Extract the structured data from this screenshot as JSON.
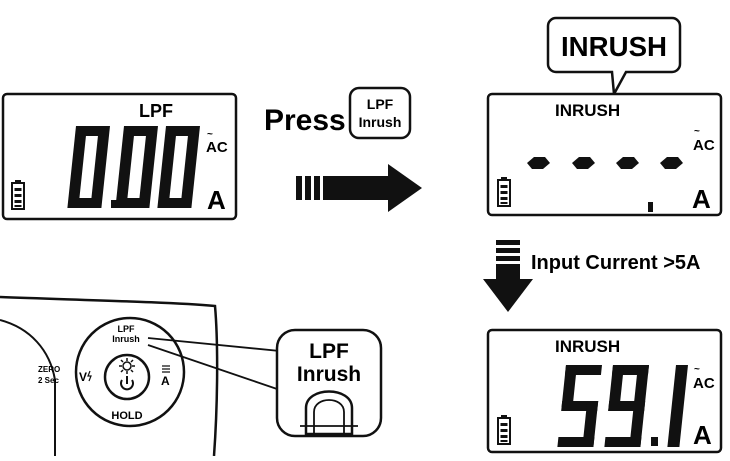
{
  "colors": {
    "ink": "#111111",
    "paper": "#ffffff"
  },
  "panel_before": {
    "mode_label": "LPF",
    "reading": "0.00",
    "ac_symbol": "AC",
    "ac_tilde": "~",
    "unit": "A",
    "icons": [
      "battery-icon"
    ]
  },
  "step_press": {
    "word": "Press",
    "key_line1": "LPF",
    "key_line2": "Inrush",
    "arrow_icon": "right-arrow-icon"
  },
  "panel_inrush": {
    "callout": "INRUSH",
    "mode_label": "INRUSH",
    "ac_symbol": "AC",
    "ac_tilde": "~",
    "unit": "A",
    "icons": [
      "battery-icon"
    ]
  },
  "step_input": {
    "text": "Input Current >5A",
    "arrow_icon": "down-arrow-icon"
  },
  "panel_result": {
    "mode_label": "INRUSH",
    "reading": "59.1",
    "ac_symbol": "AC",
    "ac_tilde": "~",
    "unit": "A",
    "icons": [
      "battery-icon"
    ]
  },
  "meter": {
    "zero_label_1": "ZERO",
    "zero_label_2": "2 Sec",
    "v_label": "V",
    "a_label": "A",
    "hold_label": "HOLD",
    "button_label_1": "LPF",
    "button_label_2": "Inrush",
    "zoom_label_1": "LPF",
    "zoom_label_2": "Inrush",
    "icons": [
      "backlight-icon",
      "power-icon",
      "finger-press-icon"
    ]
  }
}
